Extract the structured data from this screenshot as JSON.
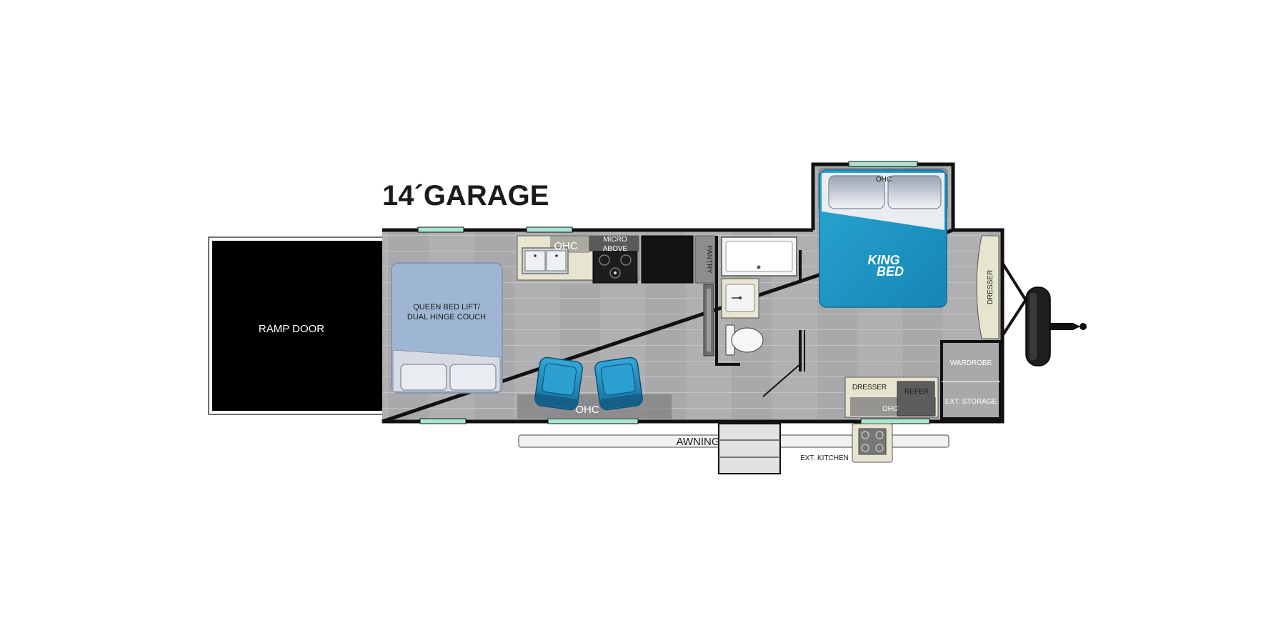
{
  "title": "14´GARAGE",
  "labels": {
    "ramp_door": "RAMP DOOR",
    "queen_bed_line1": "QUEEN BED LIFT/",
    "queen_bed_line2": "DUAL HINGE COUCH",
    "ohc_kitchen": "OHC",
    "micro_line1": "MICRO",
    "micro_line2": "ABOVE",
    "pantry": "PANTRY",
    "ohc_dinette": "OHC",
    "awning": "AWNING",
    "ohc_bedroom": "OHC",
    "king_line1": "KING",
    "king_line2": "BED",
    "dresser_front": "DRESSER",
    "wardrobe": "WARDROBE",
    "ext_storage": "EXT. STORAGE",
    "dresser_rear": "DRESSER",
    "refer": "REFER",
    "ohc_rear": "OHC",
    "ext_kitchen": "EXT. KITCHEN"
  },
  "colors": {
    "floor": "#a9a9ab",
    "wall": "#111111",
    "window": "#a8e6cf",
    "queen_bed": "#9eb6d2",
    "king_bed": "#1f96c4",
    "chair": "#1b8fc2",
    "counter": "#e7e4cf",
    "ramp": "#000000"
  }
}
